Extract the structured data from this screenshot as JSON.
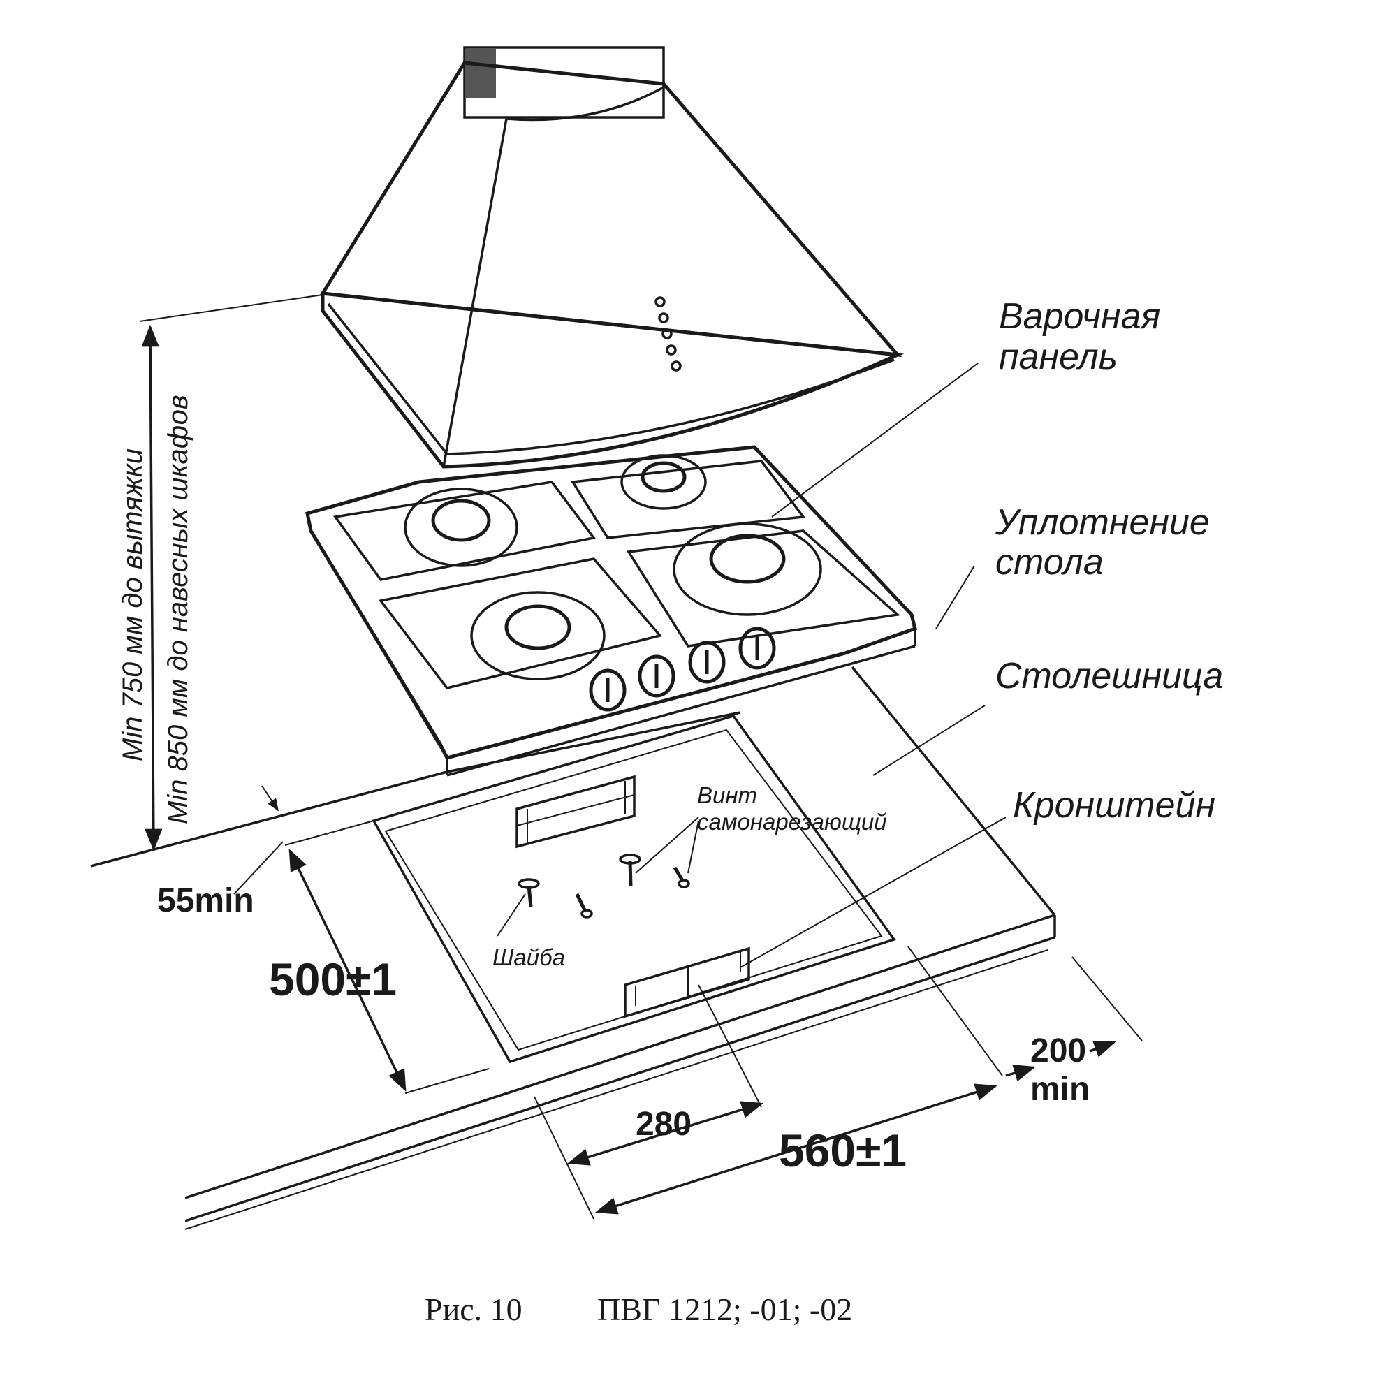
{
  "labels": {
    "hob_line1": "Варочная",
    "hob_line2": "панель",
    "seal_line1": "Уплотнение",
    "seal_line2": "стола",
    "countertop": "Столешница",
    "bracket": "Кронштейн",
    "screw_line1": "Винт",
    "screw_line2": "самонарезающий",
    "washer": "Шайба"
  },
  "vertical_notes": {
    "hood_clearance": "Min 750 мм до вытяжки",
    "cabinet_clearance": "Min 850 мм до навесных шкафов"
  },
  "dimensions": {
    "edge_min": "55min",
    "depth": "500±1",
    "width_half": "280",
    "width": "560±1",
    "side_min_line1": "200",
    "side_min_line2": "min"
  },
  "caption": {
    "figure": "Рис. 10",
    "model": "ПВГ 1212; -01; -02"
  }
}
